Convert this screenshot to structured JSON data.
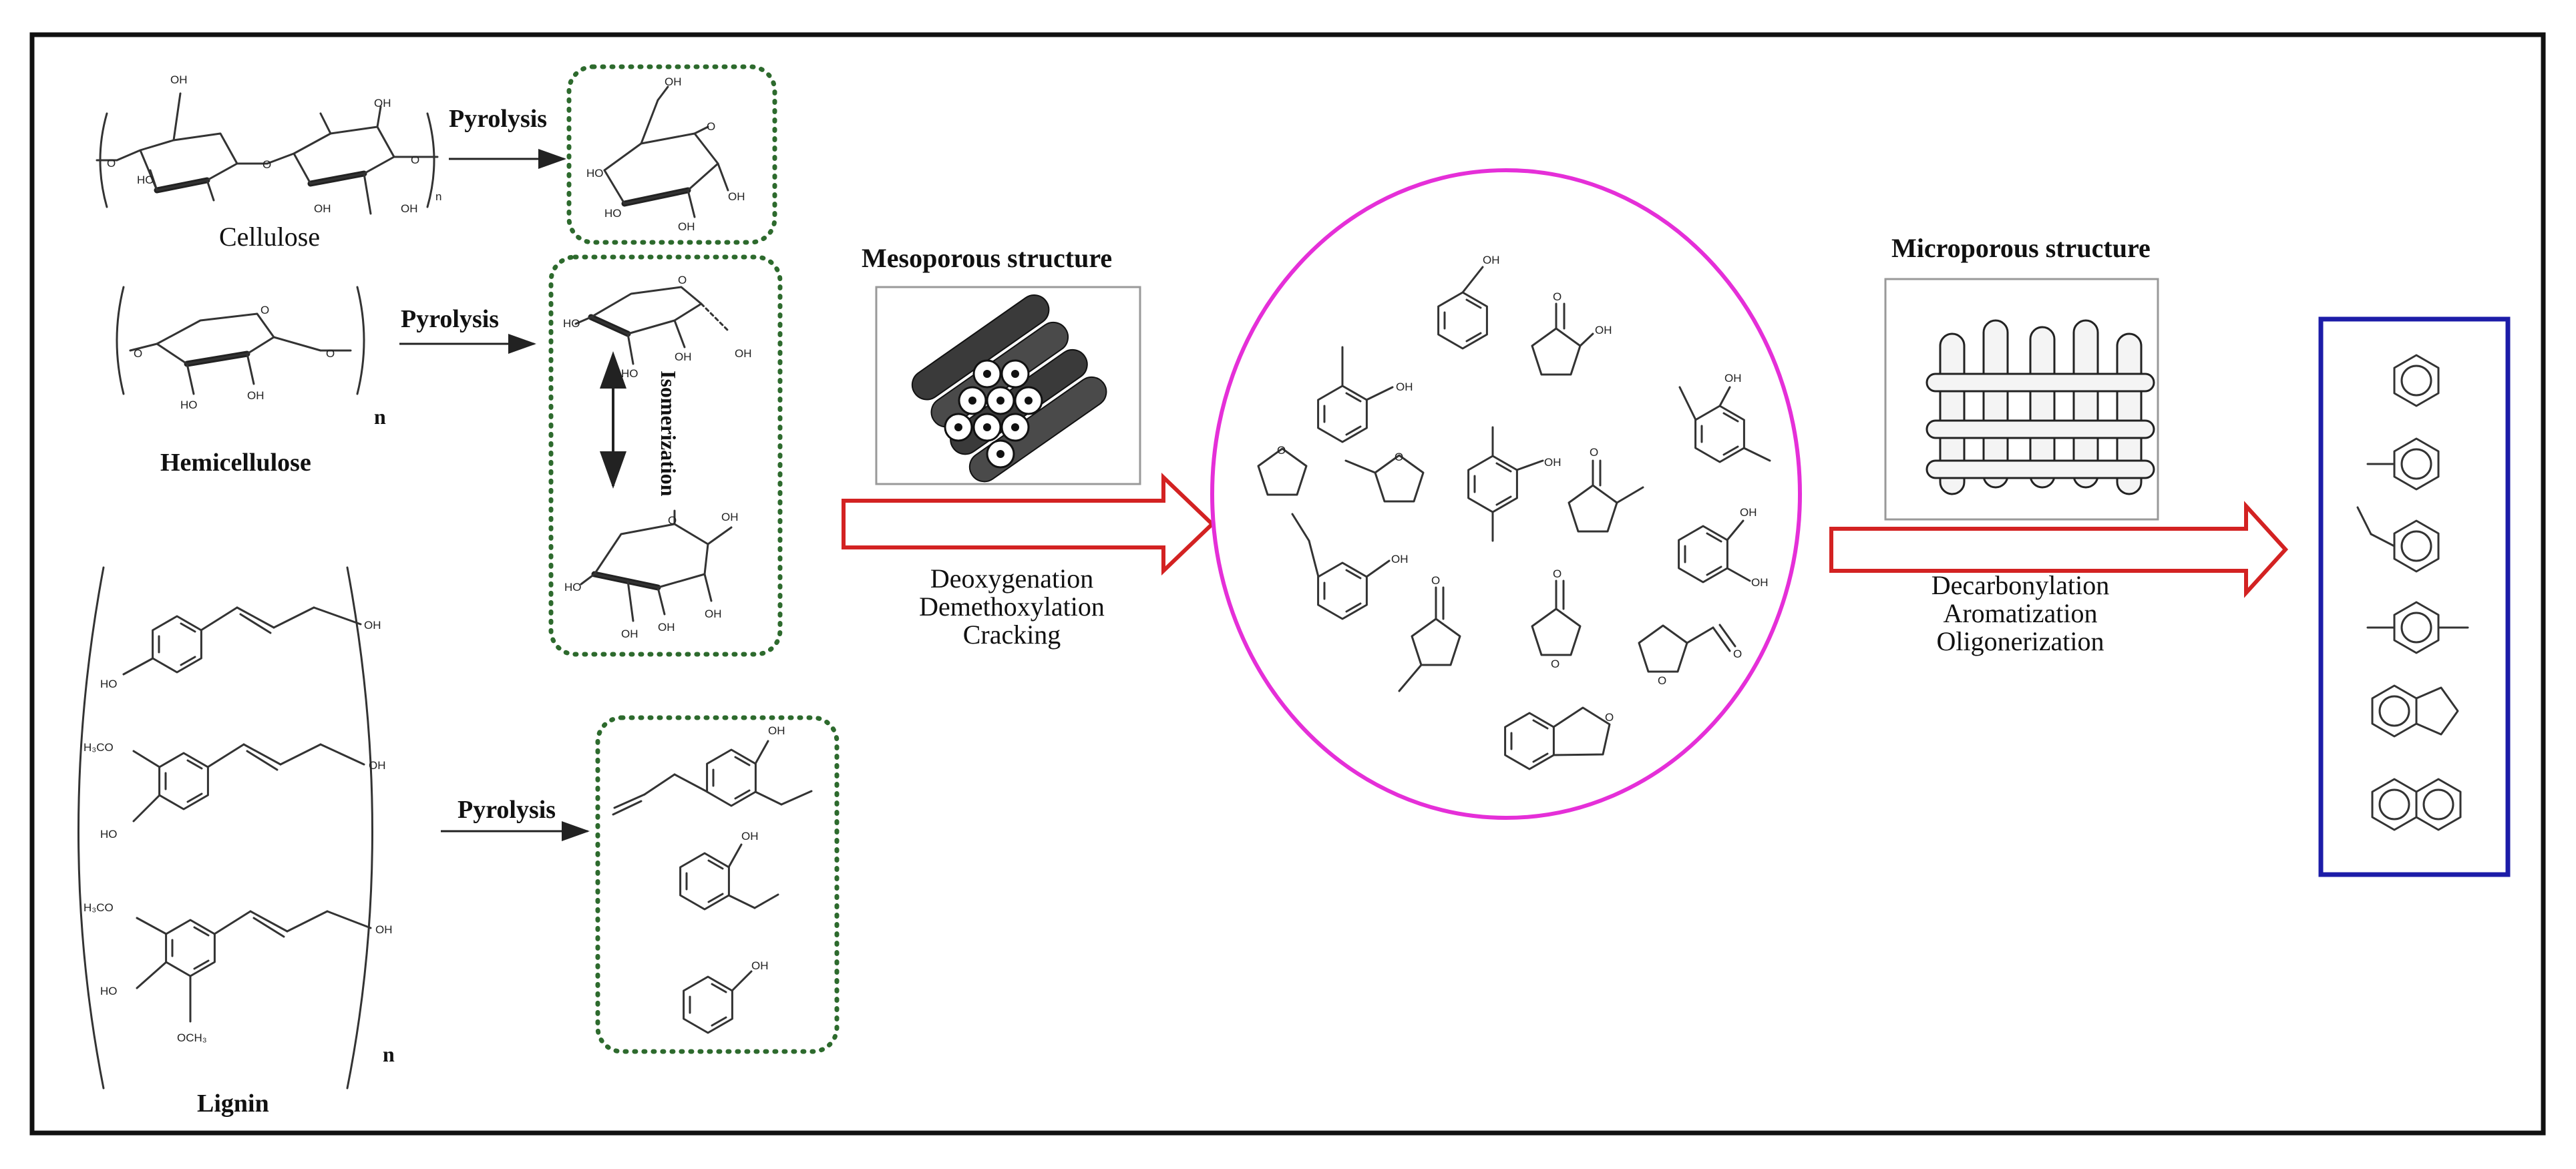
{
  "colors": {
    "frame": "#111111",
    "product_box": "#2d6a2d",
    "arrow": "#d32222",
    "intermediate_circle": "#e52fd8",
    "final_box": "#1c1ca8"
  },
  "feedstock": {
    "cellulose": {
      "label": "Cellulose",
      "repeat_subscript": "n"
    },
    "hemicellulose": {
      "label": "Hemicellulose",
      "repeat_subscript": "n"
    },
    "lignin": {
      "label": "Lignin",
      "repeat_subscript": "n"
    }
  },
  "atoms": {
    "oh": "OH",
    "ho": "HO",
    "o": "O",
    "h3co": "H₃CO",
    "och3": "OCH₃"
  },
  "pyrolysis": {
    "cellulose": "Pyrolysis",
    "hemicellulose": "Pyrolysis",
    "lignin": "Pyrolysis"
  },
  "isomerization": "Isomerization",
  "mesoporous": {
    "title": "Mesoporous structure",
    "steps": [
      "Deoxygenation",
      "Demethoxylation",
      "Cracking"
    ]
  },
  "microporous": {
    "title": "Microporous structure",
    "steps": [
      "Decarbonylation",
      "Aromatization",
      "Oligonerization"
    ]
  }
}
